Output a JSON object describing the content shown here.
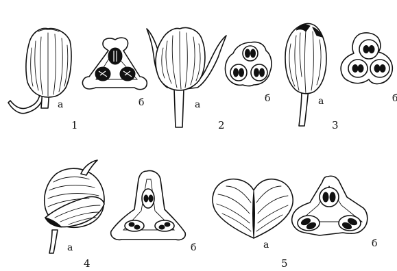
{
  "figures": [
    {
      "number": "1",
      "label_a": "а",
      "label_b": "б"
    },
    {
      "number": "2",
      "label_a": "а",
      "label_b": "б"
    },
    {
      "number": "3",
      "label_a": "а",
      "label_b": "б"
    },
    {
      "number": "4",
      "label_a": "а",
      "label_b": "б"
    },
    {
      "number": "5",
      "label_a": "а",
      "label_b": "б"
    }
  ]
}
